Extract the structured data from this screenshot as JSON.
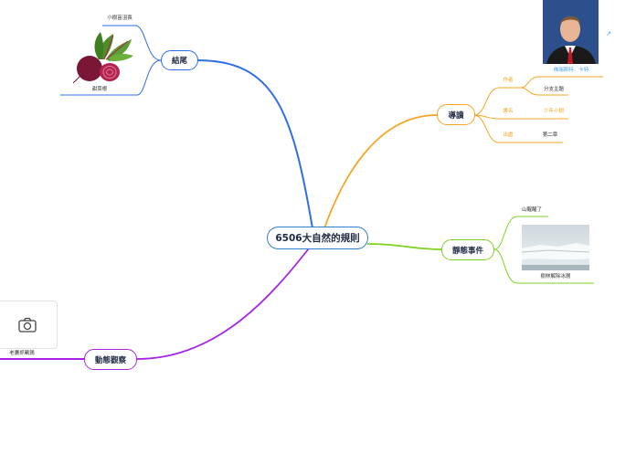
{
  "central": {
    "label": "6506大自然的規則"
  },
  "colors": {
    "blue": "#2f6fe6",
    "orange": "#f5a623",
    "green": "#7ed321",
    "purple": "#a724e6",
    "center": "#2f7fd0"
  },
  "branches": {
    "ending": {
      "label": "結尾",
      "children": {
        "sub1": "小樹苗沮喪",
        "sub2_caption": "甜菜根"
      },
      "image": "beetroot"
    },
    "intro": {
      "label": "導讀",
      "author_key": "作者",
      "author_value": "佛瑞斯特．卡特",
      "author_image": "author-portrait",
      "theme": "分支主題",
      "book_key": "書名",
      "book_value": "少年小樹",
      "source_key": "出處",
      "source_value": "第二章"
    },
    "static": {
      "label": "靜態事件",
      "sub1": "山醒醒了",
      "sub2_caption": "樹林解除冰層",
      "image": "ice-landscape"
    },
    "dynamic": {
      "label": "動態觀察",
      "sub1_caption": "老鷹抓鵪鶉",
      "icon": "camera-icon"
    }
  },
  "link_icon": "external-link-icon"
}
